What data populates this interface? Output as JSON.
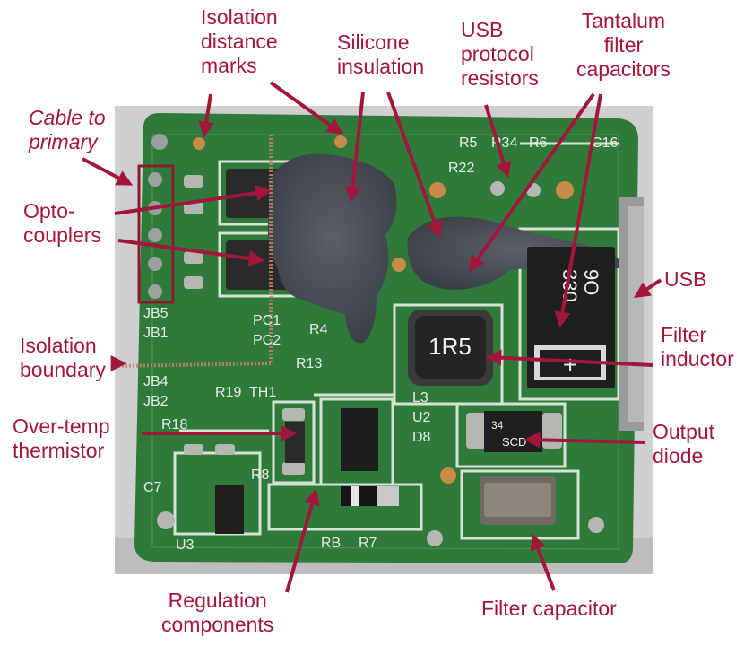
{
  "colors": {
    "annotation": "#a3163b",
    "board": "#2f7a3a",
    "silicone": "#4c5058"
  },
  "labels": {
    "cable": [
      "Cable to",
      "primary"
    ],
    "isolation_marks": [
      "Isolation",
      "distance",
      "marks"
    ],
    "silicone": [
      "Silicone",
      "insulation"
    ],
    "usb_resistors": [
      "USB",
      "protocol",
      "resistors"
    ],
    "tantalum": [
      "Tantalum",
      "filter",
      "capacitors"
    ],
    "optocouplers": [
      "Opto-",
      "couplers"
    ],
    "usb": "USB",
    "isolation_boundary": [
      "Isolation",
      "boundary"
    ],
    "filter_inductor": [
      "Filter",
      "inductor"
    ],
    "thermistor": [
      "Over-temp",
      "thermistor"
    ],
    "output_diode": [
      "Output",
      "diode"
    ],
    "regulation": [
      "Regulation",
      "components"
    ],
    "filter_capacitor": "Filter capacitor"
  },
  "board_markings": {
    "inductor": "1R5",
    "tantalum_a": "330",
    "tantalum_b": "9O",
    "tantalum_polarity": "+",
    "diode_a": "SCD",
    "diode_b": "34",
    "silk": [
      "R5",
      "R34",
      "R6",
      "C16",
      "R22",
      "JB5",
      "JB1",
      "PC1",
      "PC2",
      "R4",
      "R13",
      "R19",
      "TH1",
      "JB4",
      "JB2",
      "R18",
      "L3",
      "U2",
      "D8",
      "U3",
      "C7",
      "R8",
      "RB",
      "R7"
    ]
  }
}
